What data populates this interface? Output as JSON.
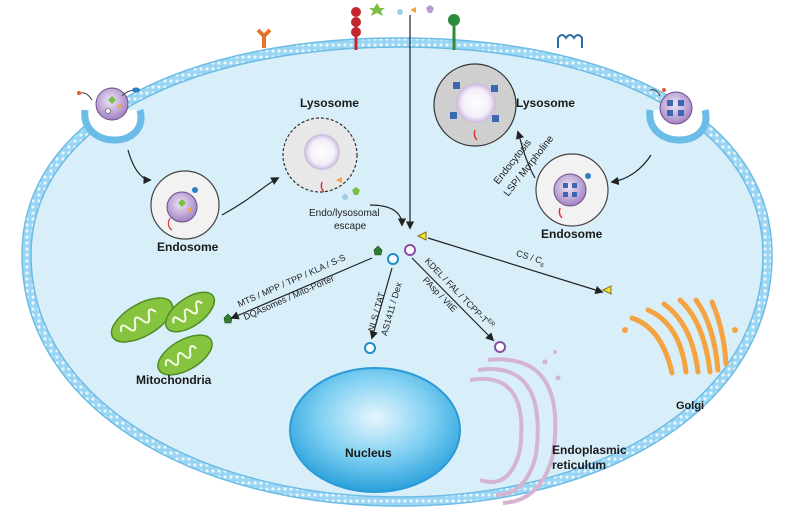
{
  "organelles": {
    "lysosome_left": "Lysosome",
    "lysosome_right": "Lysosome",
    "endosome_left": "Endosome",
    "endosome_right": "Endosome",
    "mitochondria": "Mitochondria",
    "nucleus": "Nucleus",
    "golgi": "Golgi",
    "er_line1": "Endoplasmic",
    "er_line2": "reticulum"
  },
  "labels": {
    "escape_line1": "Endo/lysosomal",
    "escape_line2": "escape",
    "endocytosis": "Endocytosis",
    "lsp_morpholine": "LSP/ Morpholine",
    "cs": "CS / C",
    "cs_sub": "6",
    "mito_line1": "MTS / MPP / TPP /  KLA / S-S",
    "mito_line2": "DQAsomes / Mito-Porter",
    "nuc_line1": "NLS / TAT",
    "nuc_line2": "AS1411 / Dex",
    "er_route1": "KDEL / FAL / TCPP-T",
    "er_route1_sup": "ER",
    "er_route2": "PAsp / VitE"
  },
  "colors": {
    "membrane": "#7fc8ee",
    "cytoplasm": "#d8eef9",
    "nucleus": "#4ab3e6",
    "mitochondria": "#86c440",
    "golgi": "#f4a340",
    "er": "#d9b8d6",
    "lysosome": "#d9d9d9",
    "nanoparticle": "#b79ad0"
  }
}
